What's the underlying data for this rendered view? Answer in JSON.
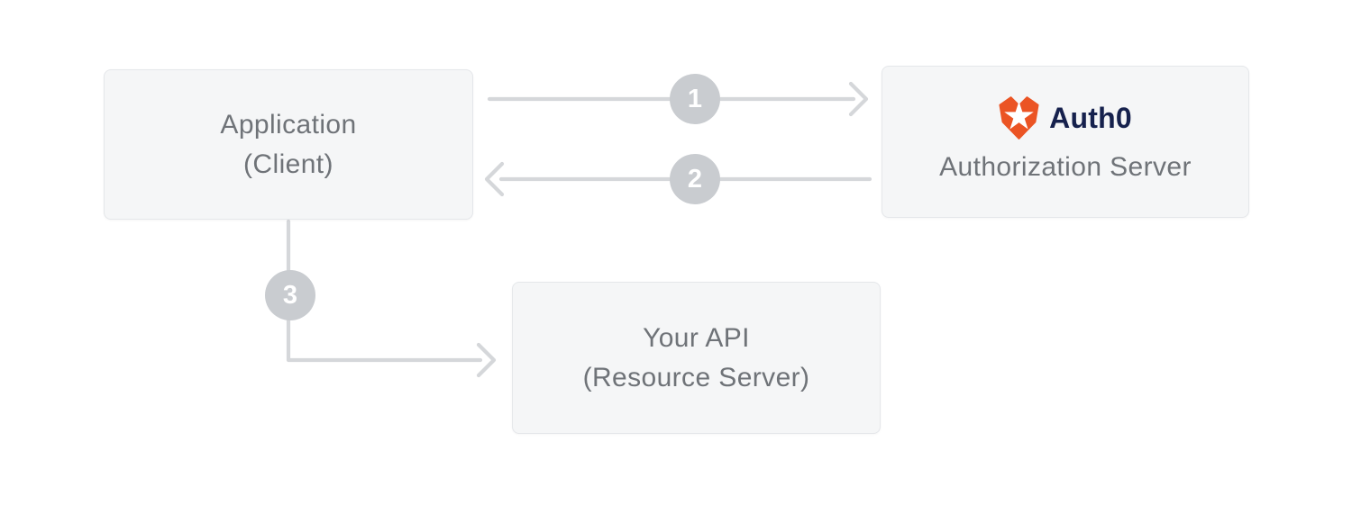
{
  "theme": {
    "background": "#ffffff",
    "box_fill": "#f5f6f7",
    "box_border": "#e5e7ea",
    "box_text": "#6f7378",
    "arrow_color": "#d5d7da",
    "badge_fill": "#c9ccd0",
    "badge_text": "#ffffff",
    "auth0_orange": "#EB5424",
    "auth0_navy": "#16214D"
  },
  "nodes": {
    "application": {
      "line1": "Application",
      "line2": "(Client)"
    },
    "authorization_server": {
      "brand": "Auth0",
      "label": "Authorization Server"
    },
    "api": {
      "line1": "Your API",
      "line2": "(Resource Server)"
    }
  },
  "steps": [
    {
      "label": "1"
    },
    {
      "label": "2"
    },
    {
      "label": "3"
    }
  ],
  "icons": {
    "auth0_logo": "auth0-shield-star-icon"
  }
}
